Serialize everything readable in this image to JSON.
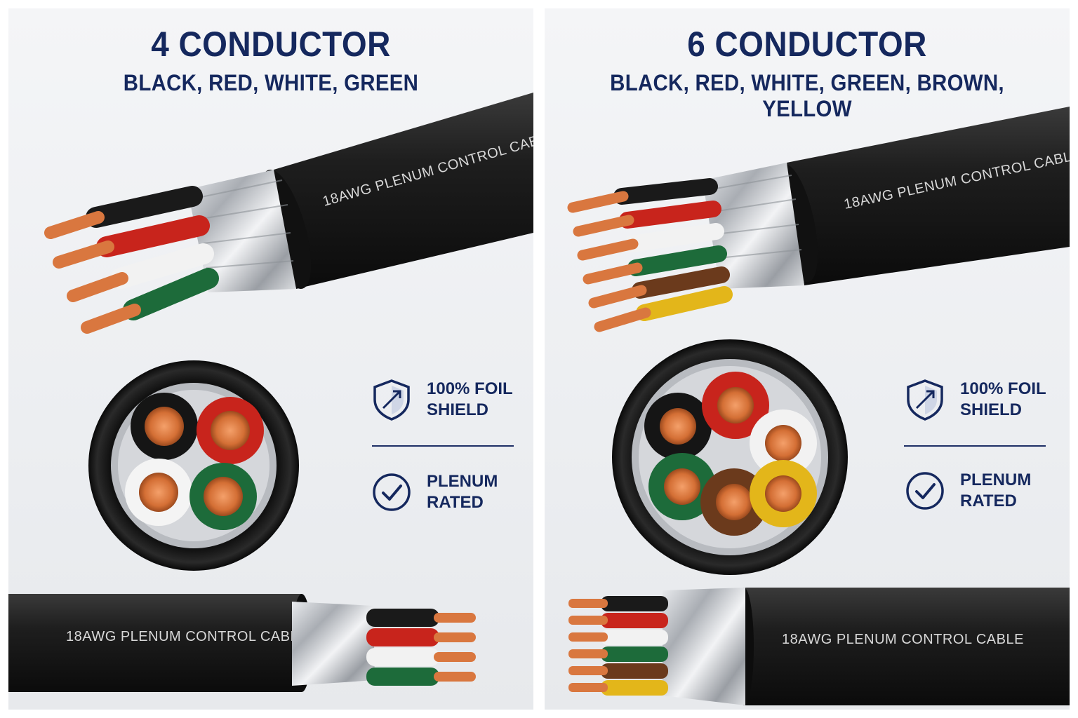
{
  "panels": [
    {
      "title": "4 CONDUCTOR",
      "subtitle": "BLACK, RED, WHITE, GREEN",
      "cable_print": "18AWG PLENUM CONTROL CABLE",
      "features": [
        {
          "icon": "shield-icon",
          "line1": "100% FOIL",
          "line2": "SHIELD"
        },
        {
          "icon": "check-circle-icon",
          "line1": "PLENUM",
          "line2": "RATED"
        }
      ],
      "wire_colors": [
        "#1a1a1a",
        "#c8241c",
        "#f2f2f2",
        "#1d6b3a"
      ]
    },
    {
      "title": "6 CONDUCTOR",
      "subtitle": "BLACK, RED, WHITE, GREEN, BROWN, YELLOW",
      "cable_print": "18AWG PLENUM CONTROL CABLE",
      "features": [
        {
          "icon": "shield-icon",
          "line1": "100% FOIL",
          "line2": "SHIELD"
        },
        {
          "icon": "check-circle-icon",
          "line1": "PLENUM",
          "line2": "RATED"
        }
      ],
      "wire_colors": [
        "#1a1a1a",
        "#c8241c",
        "#f2f2f2",
        "#1d6b3a",
        "#6b3a1c",
        "#e3b61a"
      ]
    }
  ],
  "colors": {
    "navy": "#15285e",
    "jacket": "#1b1b1b",
    "copper": "#d9773f",
    "foil": "#c9ccd1"
  }
}
